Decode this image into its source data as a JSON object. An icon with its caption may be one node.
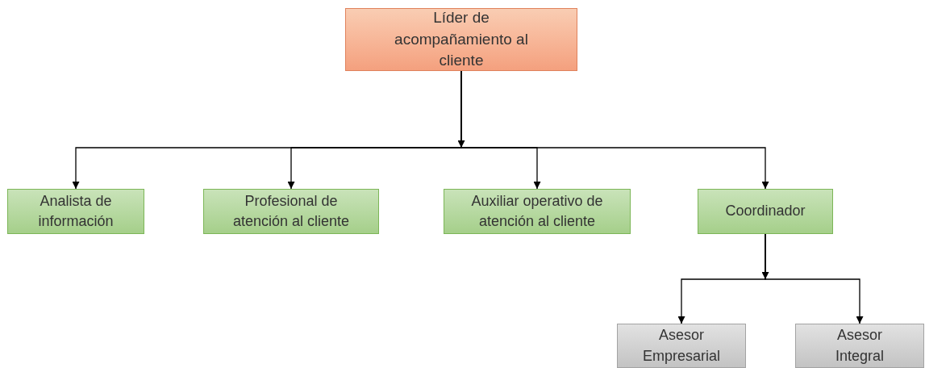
{
  "diagram": {
    "nodes": [
      {
        "text": [
          "Líder de acompañamiento al cliente"
        ]
      },
      {
        "text": [
          "Analista de información"
        ]
      },
      {
        "text": [
          "Profesional de atención al cliente"
        ]
      },
      {
        "text": [
          "Auxiliar operativo de atención al cliente"
        ]
      },
      {
        "text": [
          "Coordinador"
        ]
      },
      {
        "text": [
          "Asesor Empresarial"
        ]
      },
      {
        "text": [
          "Asesor Integral"
        ]
      }
    ],
    "edges": [
      {
        "from": 0,
        "to": 1,
        "arrow": "to"
      },
      {
        "from": 0,
        "to": 2,
        "arrow": "to"
      },
      {
        "from": 0,
        "to": 3,
        "arrow": "to"
      },
      {
        "from": 0,
        "to": 4,
        "arrow": "to"
      },
      {
        "from": 4,
        "to": 5,
        "arrow": "to"
      },
      {
        "from": 4,
        "to": 6,
        "arrow": "to"
      }
    ]
  }
}
